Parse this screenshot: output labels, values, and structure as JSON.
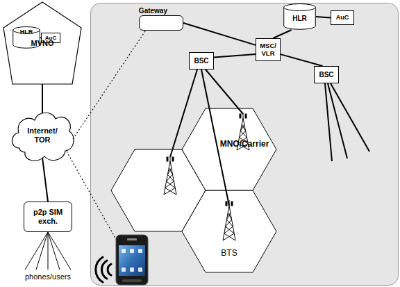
{
  "diagram": {
    "nodes": [
      {
        "text": [
          "MVNO"
        ]
      },
      {
        "text": [
          "HLR"
        ],
        "in": 0
      },
      {
        "text": [
          "AuC"
        ],
        "in": 0
      },
      {
        "text": [
          "Internet/ TOR"
        ]
      },
      {
        "text": [
          "p2p SIM exch."
        ]
      },
      {
        "text": [
          "MNO/Carrier"
        ]
      },
      {
        "text": [
          "Gateway"
        ],
        "in": 5
      },
      {
        "text": [
          "HLR"
        ],
        "in": 5
      },
      {
        "text": [
          "AuC"
        ],
        "in": 5
      },
      {
        "text": [
          "MSC/ VLR"
        ],
        "in": 5
      },
      {
        "text": [
          "BSC"
        ],
        "in": 5
      },
      {
        "text": [
          "BSC"
        ],
        "in": 5
      },
      {
        "text": [
          "BTS"
        ],
        "in": 5
      }
    ],
    "edges": [
      {
        "from": 1,
        "to": 2,
        "arrow": "none"
      },
      {
        "from": 0,
        "to": 3,
        "arrow": "none"
      },
      {
        "from": 3,
        "to": 4,
        "arrow": "none"
      },
      {
        "from": 3,
        "to": 6,
        "arrow": "none"
      },
      {
        "from": 6,
        "to": 9,
        "arrow": "none"
      },
      {
        "from": 7,
        "to": 8,
        "arrow": "none"
      },
      {
        "from": 7,
        "to": 9,
        "arrow": "none"
      },
      {
        "from": 9,
        "to": 10,
        "arrow": "none"
      },
      {
        "from": 9,
        "to": 11,
        "arrow": "none"
      },
      {
        "from": 10,
        "to": 12,
        "arrow": "none"
      }
    ],
    "labels": [
      "phones/users"
    ]
  }
}
